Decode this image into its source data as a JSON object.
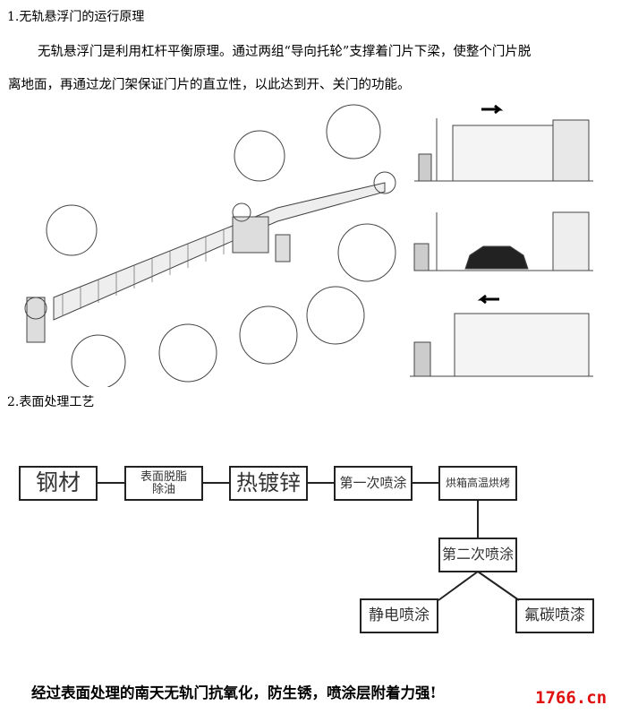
{
  "section1": {
    "title": "1.无轨悬浮门的运行原理",
    "paragraph_line1": "无轨悬浮门是利用杠杆平衡原理。通过两组“导向托轮”支撑着门片下梁，使整个门片脱",
    "paragraph_line2": "离地面，再通过龙门架保证门片的直立性，以此达到开、关门的功能。"
  },
  "section2": {
    "title": "2.表面处理工艺",
    "flow": [
      "钢材",
      "表面脱脂除油",
      "热镀锌",
      "第一次喷涂",
      "烘箱高温烘烤",
      "第二次喷涂",
      "静电喷涂",
      "氟碳喷漆"
    ],
    "flow_box2_line1": "表面脱脂",
    "flow_box2_line2": "除油"
  },
  "conclusion": "经过表面处理的南天无轨门抗氧化，防生锈，喷涂层附着力强!",
  "watermark": "1766.cn"
}
